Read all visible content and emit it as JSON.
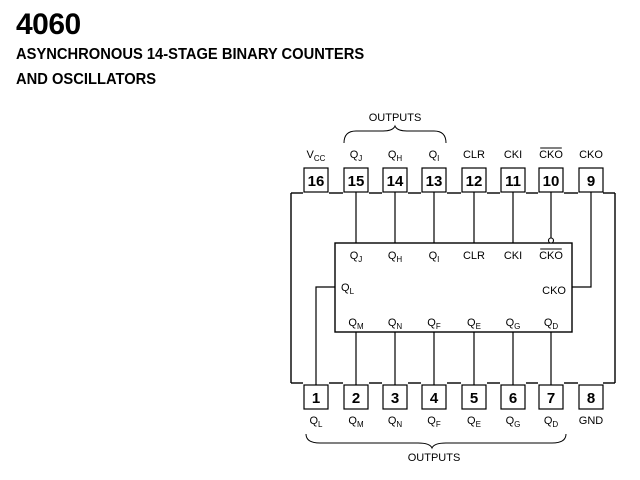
{
  "title": {
    "part_number": "4060",
    "line1": "ASYNCHRONOUS 14-STAGE BINARY COUNTERS",
    "line2": "AND OSCILLATORS"
  },
  "top_group_label": "OUTPUTS",
  "bottom_group_label": "OUTPUTS",
  "top_pins": [
    {
      "num": "16",
      "label": "V",
      "sub": "CC",
      "overbar": false
    },
    {
      "num": "15",
      "label": "Q",
      "sub": "J",
      "overbar": false
    },
    {
      "num": "14",
      "label": "Q",
      "sub": "H",
      "overbar": false
    },
    {
      "num": "13",
      "label": "Q",
      "sub": "I",
      "overbar": false
    },
    {
      "num": "12",
      "label": "CLR",
      "sub": "",
      "overbar": false
    },
    {
      "num": "11",
      "label": "CKI",
      "sub": "",
      "overbar": false
    },
    {
      "num": "10",
      "label": "CKO",
      "sub": "",
      "overbar": true
    },
    {
      "num": "9",
      "label": "CKO",
      "sub": "",
      "overbar": false
    }
  ],
  "bottom_pins": [
    {
      "num": "1",
      "label": "Q",
      "sub": "L"
    },
    {
      "num": "2",
      "label": "Q",
      "sub": "M"
    },
    {
      "num": "3",
      "label": "Q",
      "sub": "N"
    },
    {
      "num": "4",
      "label": "Q",
      "sub": "F"
    },
    {
      "num": "5",
      "label": "Q",
      "sub": "E"
    },
    {
      "num": "6",
      "label": "Q",
      "sub": "G"
    },
    {
      "num": "7",
      "label": "Q",
      "sub": "D"
    },
    {
      "num": "8",
      "label": "GND",
      "sub": ""
    }
  ],
  "chip_top_labels": [
    {
      "label": "Q",
      "sub": "J",
      "overbar": false
    },
    {
      "label": "Q",
      "sub": "H",
      "overbar": false
    },
    {
      "label": "Q",
      "sub": "I",
      "overbar": false
    },
    {
      "label": "CLR",
      "sub": "",
      "overbar": false
    },
    {
      "label": "CKI",
      "sub": "",
      "overbar": false
    },
    {
      "label": "CKO",
      "sub": "",
      "overbar": true
    }
  ],
  "chip_bottom_labels": [
    {
      "label": "Q",
      "sub": "M"
    },
    {
      "label": "Q",
      "sub": "N"
    },
    {
      "label": "Q",
      "sub": "F"
    },
    {
      "label": "Q",
      "sub": "E"
    },
    {
      "label": "Q",
      "sub": "G"
    },
    {
      "label": "Q",
      "sub": "D"
    }
  ],
  "chip_left_label": {
    "label": "Q",
    "sub": "L"
  },
  "chip_right_label": {
    "label": "CKO",
    "sub": ""
  }
}
